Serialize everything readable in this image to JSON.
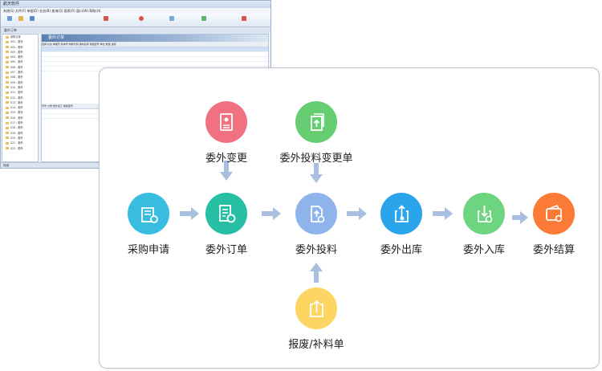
{
  "window": {
    "title": "航天软件",
    "menu": "系统(S)  文件(F)  单据(D)  业务(B)  查询(Q)  报表(R)  窗口(W)  帮助(H)",
    "tab": "委外订单",
    "panel_title": "委外订单",
    "sidebar_items": [
      "采购订单",
      "001 - 委外",
      "002 - 委外",
      "003 - 委外",
      "004 - 委外",
      "005 - 委外",
      "006 - 委外",
      "007 - 委外",
      "008 - 委外",
      "009 - 委外",
      "010 - 委外",
      "011 - 委外",
      "012 - 委外",
      "013 - 委外",
      "014 - 委外",
      "015 - 委外",
      "016 - 委外",
      "017 - 委外",
      "018 - 委外",
      "019 - 委外",
      "020 - 委外",
      "021 - 委外",
      "022 - 委外"
    ],
    "grid_columns": "选择  状态  单据号  版本号  物料代码  物料名称  规格型号  单位  数量  金额",
    "detail_columns": "序号  分录  委外加工  规格型号",
    "statusbar": "就绪"
  },
  "flow": {
    "nodes": {
      "purchase_request": "采购申请",
      "outsource_order": "委外订单",
      "outsource_change": "委外变更",
      "outsource_feed": "委外投料",
      "feed_change_order": "委外投料变更单",
      "scrap_supplement": "报废/补料单",
      "outsource_out": "委外出库",
      "outsource_in": "委外入库",
      "outsource_settle": "委外结算"
    },
    "colors": {
      "purchase_request": "#38bde0",
      "outsource_order": "#26bfa3",
      "outsource_change": "#f07280",
      "outsource_feed": "#8fb4ec",
      "feed_change_order": "#66cd72",
      "scrap_supplement": "#fdd562",
      "outsource_out": "#2aa4ea",
      "outsource_in": "#6dd57f",
      "outsource_settle": "#fb7a35",
      "arrow": "#a9bfdf"
    }
  }
}
